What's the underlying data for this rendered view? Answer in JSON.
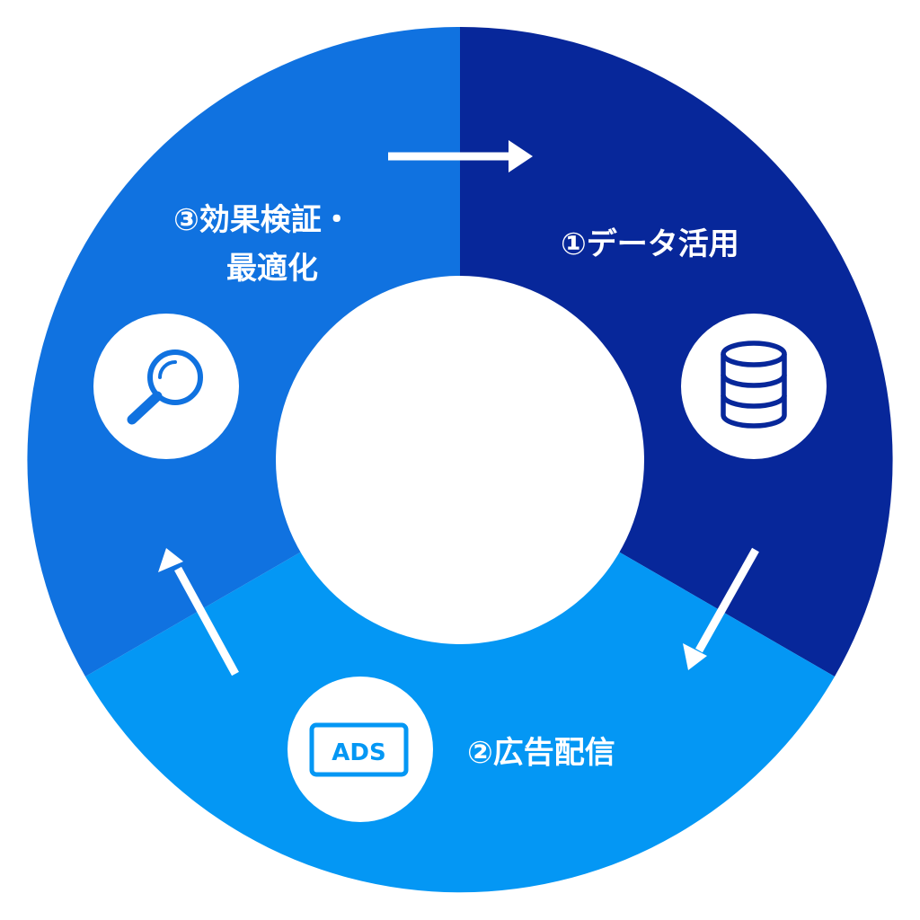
{
  "colors": {
    "segment_data": "#07279a",
    "segment_ads": "#0497f4",
    "segment_verify": "#1072e0",
    "circle_bg": "#ffffff",
    "arrow": "#ffffff"
  },
  "stages": [
    {
      "id": "data",
      "label": "①データ活用",
      "icon": "database-icon"
    },
    {
      "id": "ads",
      "label": "②広告配信",
      "icon": "ads-icon",
      "icon_text": "ADS"
    },
    {
      "id": "verify",
      "label_line1": "③効果検証・",
      "label_line2": "最適化",
      "icon": "magnifier-icon"
    }
  ]
}
